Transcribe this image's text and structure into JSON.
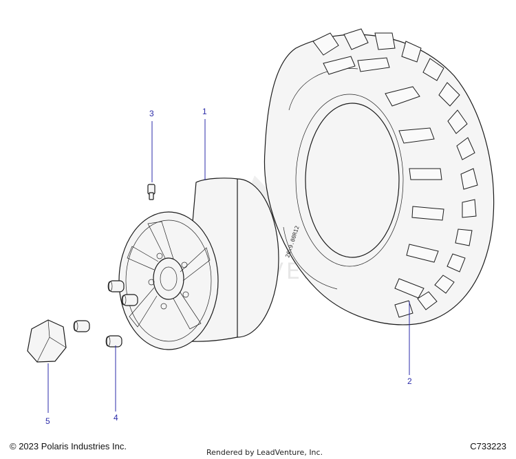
{
  "diagram": {
    "callouts": [
      {
        "id": "1",
        "label": "1"
      },
      {
        "id": "2",
        "label": "2"
      },
      {
        "id": "3",
        "label": "3"
      },
      {
        "id": "4",
        "label": "4"
      },
      {
        "id": "5",
        "label": "5"
      }
    ],
    "watermark_text": "LEADVENTURE",
    "tire_sidewall_text": "26x9.00R12"
  },
  "footer": {
    "copyright": "© 2023 Polaris Industries Inc.",
    "rendered_by": "Rendered by LeadVenture, Inc.",
    "diagram_id": "C733223"
  },
  "colors": {
    "callout": "#2a2aa8",
    "line_art": "#1a1a1a",
    "watermark": "#d8d8d8"
  }
}
